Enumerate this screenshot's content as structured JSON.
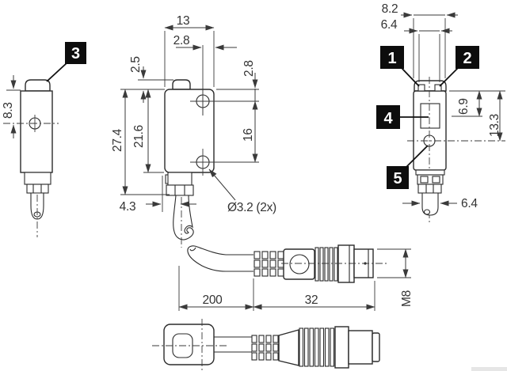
{
  "drawing": {
    "callouts": {
      "c1": "1",
      "c2": "2",
      "c3": "3",
      "c4": "4",
      "c5": "5"
    },
    "front_view": {
      "width": "13",
      "hole_offset_x": "2.8",
      "dome_height": "2.5",
      "body_height": "21.6",
      "overall_height": "27.4",
      "hole_offset_top": "2.8",
      "hole_spacing": "16",
      "cable_offset": "4.3",
      "hole_note": "Ø3.2 (2x)"
    },
    "side_view": {
      "hole_center_from_top": "8.3"
    },
    "rear_view": {
      "overall_width": "8.2",
      "optics_span": "6.4",
      "window_center_from_top": "6.9",
      "led_center_from_top": "13.3",
      "cable_width": "6.4"
    },
    "cable_view": {
      "cable_length": "200",
      "connector_length": "32",
      "thread_size": "M8"
    }
  }
}
